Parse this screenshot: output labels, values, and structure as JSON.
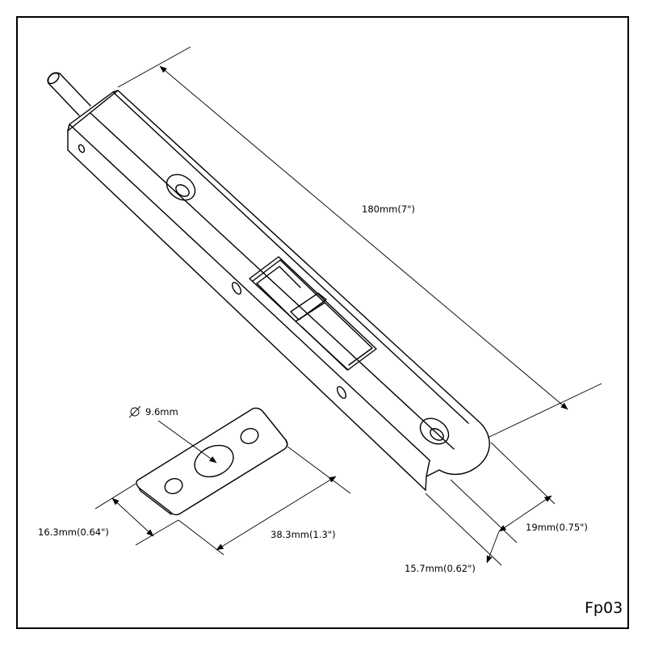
{
  "drawing_code": "Fp03",
  "dimensions": {
    "length": "180mm(7\")",
    "width_bolt": "19mm(0.75\")",
    "depth_bolt": "15.7mm(0.62\")",
    "hole_diameter": "9.6mm",
    "plate_width": "16.3mm(0.64\")",
    "plate_length": "38.3mm(1.3\")"
  },
  "symbols": {
    "diameter_icon": "diameter-symbol-icon",
    "arrow_icon": "arrowhead-icon"
  },
  "colors": {
    "line": "#000000",
    "background": "#ffffff"
  }
}
